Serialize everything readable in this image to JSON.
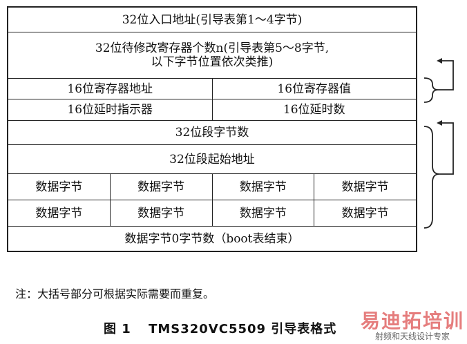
{
  "table": {
    "row1": "32位入口地址(引导表第1～4字节)",
    "row2_line1": "32位待修改寄存器个数n(引导表第5～8字节,",
    "row2_line2": "以下字节位置依次类推)",
    "row3": [
      "16位寄存器地址",
      "16位寄存器值"
    ],
    "row4": [
      "16位延时指示器",
      "16位延时数"
    ],
    "row5": "32位段字节数",
    "row6": "32位段起始地址",
    "row7": [
      "数据字节",
      "数据字节",
      "数据字节",
      "数据字节"
    ],
    "row8": [
      "数据字节",
      "数据字节",
      "数据字节",
      "数据字节"
    ],
    "row9": "数据字节0字节数（boot表结束）"
  },
  "note": "注：大括号部分可根据实际需要而重复。",
  "caption": {
    "label": "图 1",
    "title": "TMS320VC5509 引导表格式"
  },
  "watermark": {
    "title": "易迪拓培训",
    "subtitle": "射频和天线设计专家"
  }
}
